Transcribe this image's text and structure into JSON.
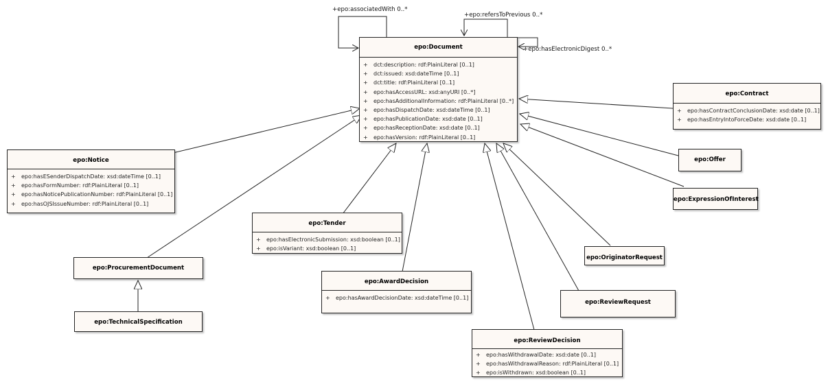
{
  "relations": {
    "associatedWith": "+epo:associatedWith 0..*",
    "refersToPrevious": "+epo:refersToPrevious 0..*",
    "hasElectronicDigest": "+epo:hasElectronicDigest 0..*"
  },
  "classes": {
    "document": {
      "name": "epo:Document",
      "attributes": [
        "dct:description: rdf:PlainLiteral [0..1]",
        "dct:issued: xsd:dateTime [0..1]",
        "dct:title: rdf:PlainLiteral [0..1]",
        "epo:hasAccessURL: xsd:anyURI [0..*]",
        "epo:hasAdditionalInformation: rdf:PlainLiteral [0..*]",
        "epo:hasDispatchDate: xsd:dateTime [0..1]",
        "epo:hasPublicationDate: xsd:date [0..1]",
        "epo:hasReceptionDate: xsd:date [0..1]",
        "epo:hasVersion: rdf:PlainLiteral [0..1]"
      ]
    },
    "contract": {
      "name": "epo:Contract",
      "attributes": [
        "epo:hasContractConclusionDate: xsd:date [0..1]",
        "epo:hasEntryIntoForceDate: xsd:date [0..1]"
      ]
    },
    "notice": {
      "name": "epo:Notice",
      "attributes": [
        "epo:hasESenderDispatchDate: xsd:dateTime [0..1]",
        "epo:hasFormNumber: rdf:PlainLiteral [0..1]",
        "epo:hasNoticePublicationNumber: rdf:PlainLiteral [0..1]",
        "epo:hasOJSIssueNumber: rdf:PlainLiteral [0..1]"
      ]
    },
    "offer": {
      "name": "epo:Offer"
    },
    "expression_of_interest": {
      "name": "epo:ExpressionOfInterest"
    },
    "tender": {
      "name": "epo:Tender",
      "attributes": [
        "epo:hasElectronicSubmission: xsd:boolean [0..1]",
        "epo:isVariant: xsd:boolean [0..1]"
      ]
    },
    "procurement_document": {
      "name": "epo:ProcurementDocument"
    },
    "technical_specification": {
      "name": "epo:TechnicalSpecification"
    },
    "award_decision": {
      "name": "epo:AwardDecision",
      "attributes": [
        "epo:hasAwardDecisionDate: xsd:dateTime [0..1]"
      ]
    },
    "originator_request": {
      "name": "epo:OriginatorRequest"
    },
    "review_request": {
      "name": "epo:ReviewRequest"
    },
    "review_decision": {
      "name": "epo:ReviewDecision",
      "attributes": [
        "epo:hasWithdrawalDate: xsd:date [0..1]",
        "epo:hasWithdrawalReason: rdf:PlainLiteral [0..1]",
        "epo:isWithdrawn: xsd:boolean [0..1]"
      ]
    }
  },
  "style": {
    "line_color": "#222222",
    "box_fill": "#fdf9f5",
    "arrowhead_fill": "#ffffff"
  }
}
